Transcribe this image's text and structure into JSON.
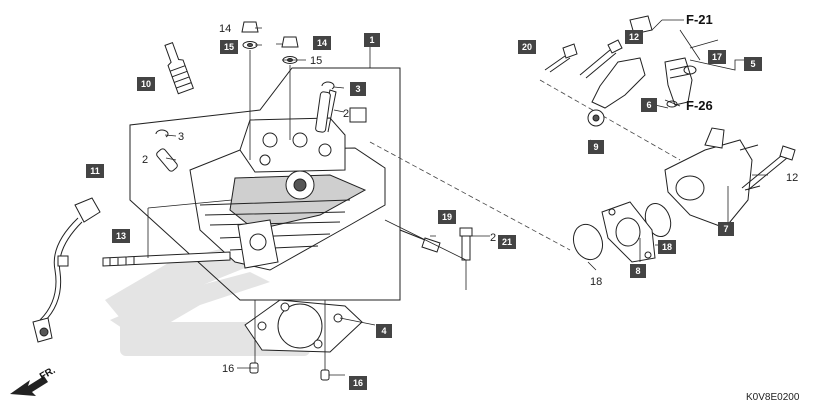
{
  "diagram_code": "K0V8E0200",
  "direction_label": "FR.",
  "refs": {
    "ref_a": "F-21",
    "ref_b": "F-26"
  },
  "callouts": {
    "c1": "1",
    "c2": "2",
    "c2b": "2",
    "c2c": "2",
    "c3": "3",
    "c3b": "3",
    "c4": "4",
    "c5": "5",
    "c6": "6",
    "c7": "7",
    "c8": "8",
    "c9": "9",
    "c10": "10",
    "c11": "11",
    "c12": "12",
    "c12b": "12",
    "c13": "13",
    "c14": "14",
    "c14b": "14",
    "c15": "15",
    "c15b": "15",
    "c16": "16",
    "c16b": "16",
    "c17": "17",
    "c18": "18",
    "c18b": "18",
    "c19": "19",
    "c20": "20",
    "c21": "21"
  }
}
